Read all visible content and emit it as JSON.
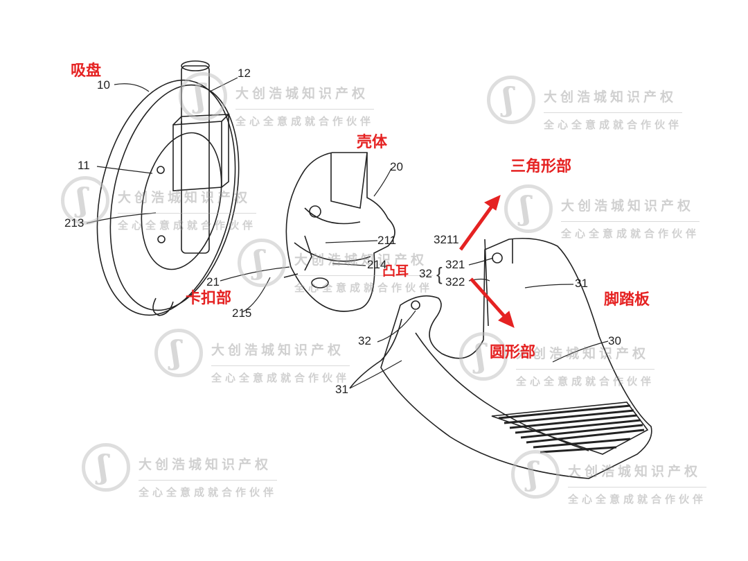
{
  "components": {
    "suction_cup": {
      "label": "吸盘",
      "refs": [
        "10",
        "12",
        "11",
        "213"
      ]
    },
    "housing": {
      "label": "壳体",
      "refs": [
        "20",
        "211",
        "21",
        "214",
        "215"
      ]
    },
    "clip_part": {
      "label": "卡扣部"
    },
    "triangle_part": {
      "label": "三角形部",
      "refs": [
        "3211",
        "321"
      ]
    },
    "lug": {
      "label": "凸耳",
      "refs": [
        "32",
        "322"
      ]
    },
    "pedal": {
      "label": "脚踏板",
      "refs": [
        "31",
        "30",
        "32",
        "31"
      ]
    },
    "round_part": {
      "label": "圆形部"
    }
  },
  "watermark": {
    "line1": "大创浩城知识产权",
    "line2": "全心全意成就合作伙伴"
  },
  "colors": {
    "annotation": "#e52222",
    "line": "#222222"
  }
}
